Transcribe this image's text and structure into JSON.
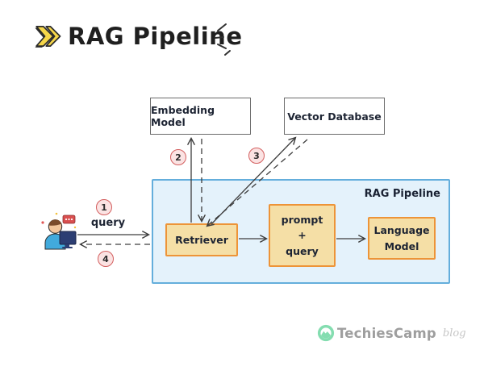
{
  "header": {
    "title": "RAG Pipeline"
  },
  "external_nodes": {
    "embedding_model": {
      "label": "Embedding Model"
    },
    "vector_database": {
      "label": "Vector Database"
    }
  },
  "pipeline": {
    "label": "RAG Pipeline",
    "retriever": {
      "label": "Retriever"
    },
    "prompt_query": {
      "line1": "prompt",
      "line2": "+",
      "line3": "query"
    },
    "language_model": {
      "line1": "Language",
      "line2": "Model"
    }
  },
  "flow": {
    "query_label": "query",
    "steps": {
      "s1": "1",
      "s2": "2",
      "s3": "3",
      "s4": "4"
    }
  },
  "icons": {
    "title_chevron": "double-chevron-right",
    "title_sparkle": "emphasis-sparkle-lines",
    "user": "person-at-computer",
    "brand": "techiescamp-mountain-circle"
  },
  "colors": {
    "container_fill": "#E4F2FB",
    "container_border": "#64AEDC",
    "node_fill": "#F5DFA6",
    "node_border": "#ED9438",
    "step_border": "#D35F5F",
    "step_fill": "#FBE3E3",
    "accent_yellow": "#F6D74A",
    "arrow": "#3D3D3D",
    "brand_green": "#84DDB0"
  },
  "footer": {
    "brand": "TechiesCamp",
    "tag": "blog"
  }
}
